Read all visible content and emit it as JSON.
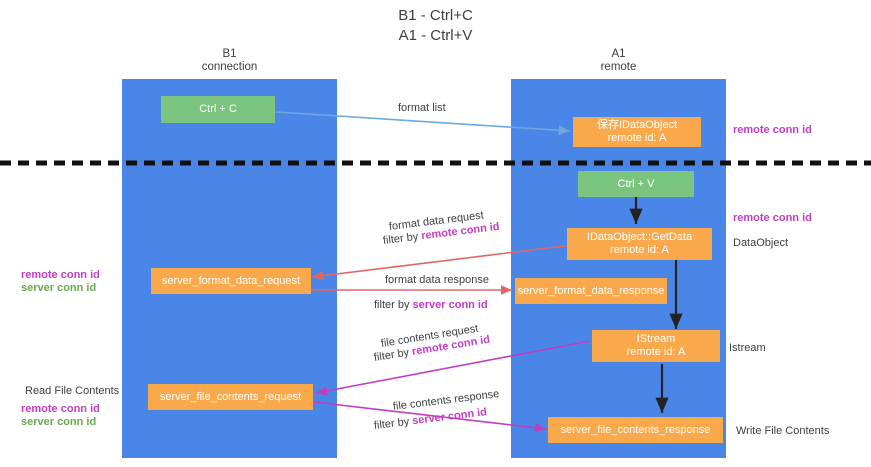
{
  "title": "B1 - Ctrl+C\nA1 - Ctrl+V",
  "columns": [
    {
      "name": "left-lane",
      "header": "B1\nconnection"
    },
    {
      "name": "right-lane",
      "header": "A1\nremote"
    }
  ],
  "nodes": [
    {
      "name": "ctrl-c-node",
      "kind": "green",
      "line1": "Ctrl + C",
      "line2": ""
    },
    {
      "name": "save-idataobject-node",
      "kind": "orange",
      "line1": "保存IDataObject",
      "line2": "remote id: A"
    },
    {
      "name": "ctrl-v-node",
      "kind": "green",
      "line1": "Ctrl + V",
      "line2": ""
    },
    {
      "name": "idataobject-getdata-node",
      "kind": "orange",
      "line1": "IDataObject::GetData",
      "line2": "remote id: A"
    },
    {
      "name": "server-format-data-request-node",
      "kind": "orange",
      "line1": "server_format_data_request",
      "line2": ""
    },
    {
      "name": "server-format-data-response-node",
      "kind": "orange",
      "line1": "server_format_data_response",
      "line2": ""
    },
    {
      "name": "istream-node",
      "kind": "orange",
      "line1": "IStream",
      "line2": "remote id: A"
    },
    {
      "name": "server-file-contents-request-node",
      "kind": "orange",
      "line1": "server_file_contents_request",
      "line2": ""
    },
    {
      "name": "server-file-contents-response-node",
      "kind": "orange",
      "line1": "server_file_contents_response",
      "line2": ""
    }
  ],
  "edge_labels": {
    "format_list": "format list",
    "format_data_request": "format data request",
    "format_data_request_filter_prefix": "filter by ",
    "format_data_request_filter_key": "remote conn id",
    "format_data_response": "format data response",
    "format_data_response_filter_prefix": "filter by ",
    "format_data_response_filter_key": "server conn id",
    "file_contents_request": "file contents request",
    "file_contents_request_filter_prefix": "filter by ",
    "file_contents_request_filter_key": "remote conn id",
    "file_contents_response": "file contents response",
    "file_contents_response_filter_prefix": "filter by ",
    "file_contents_response_filter_key": "server conn id"
  },
  "side_labels": {
    "left_mid_remote": "remote conn id",
    "left_mid_server": "server conn id",
    "left_read_file_contents": "Read File Contents",
    "left_bottom_remote": "remote conn id",
    "left_bottom_server": "server conn id",
    "right_top_remote": "remote conn id",
    "right_mid_remote": "remote conn id",
    "right_dataobject": "DataObject",
    "right_istream": "Istream",
    "right_write_file_contents": "Write File Contents"
  },
  "colors": {
    "lane": "#4a86e8",
    "node_orange": "#f9a94c",
    "node_green": "#7bc47f",
    "remote_key": "#c13ec1",
    "server_key": "#6aa84f",
    "arrow_blue": "#6fa8dc",
    "arrow_red": "#e06666",
    "arrow_magenta": "#c13ec1",
    "arrow_black": "#222222",
    "divider": "#111111"
  }
}
